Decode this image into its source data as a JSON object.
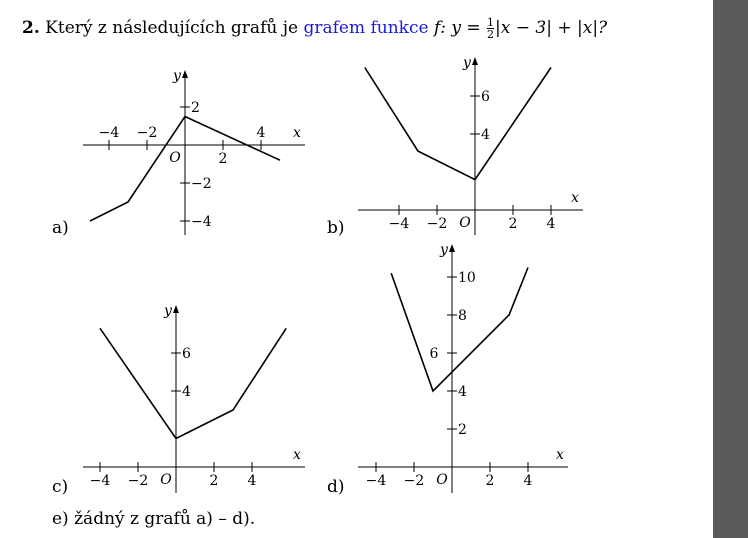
{
  "question": {
    "number": "2.",
    "text_before": "Který z následujících grafů je",
    "link_text": "grafem funkce",
    "func_prefix": "f:  y =",
    "frac_num": "1",
    "frac_den": "2",
    "func_suffix": "|x − 3| + |x|?"
  },
  "graphs": [
    {
      "label": "a)",
      "x_ticks": [
        "−4",
        "−2",
        "2",
        "4"
      ],
      "y_ticks": [
        "2",
        "−2",
        "−4"
      ],
      "origin": "O",
      "x_axis": "x",
      "y_axis": "y",
      "points": [
        [
          -5,
          -4
        ],
        [
          -3,
          -3
        ],
        [
          0,
          1.5
        ],
        [
          5,
          -0.8
        ]
      ]
    },
    {
      "label": "b)",
      "x_ticks": [
        "−4",
        "−2",
        "2",
        "4"
      ],
      "y_ticks": [
        "6",
        "4"
      ],
      "origin": "O",
      "x_axis": "x",
      "y_axis": "y",
      "points": [
        [
          -5.8,
          7.5
        ],
        [
          -3,
          3.1
        ],
        [
          0,
          1.6
        ],
        [
          4,
          7.5
        ]
      ]
    },
    {
      "label": "c)",
      "x_ticks": [
        "−4",
        "−2",
        "2",
        "4"
      ],
      "y_ticks": [
        "6",
        "4"
      ],
      "origin": "O",
      "x_axis": "x",
      "y_axis": "y",
      "points": [
        [
          -4,
          7.3
        ],
        [
          0,
          1.5
        ],
        [
          3,
          3
        ],
        [
          5.8,
          7.3
        ]
      ]
    },
    {
      "label": "d)",
      "x_ticks": [
        "−4",
        "−2",
        "2",
        "4"
      ],
      "y_ticks": [
        "10",
        "8",
        "6",
        "4",
        "2"
      ],
      "origin": "O",
      "x_axis": "x",
      "y_axis": "y",
      "points": [
        [
          -3.2,
          10.2
        ],
        [
          -1,
          4
        ],
        [
          3,
          8
        ],
        [
          4,
          10.5
        ]
      ]
    }
  ],
  "answer_e": "e)  žádný z grafů a) – d)."
}
